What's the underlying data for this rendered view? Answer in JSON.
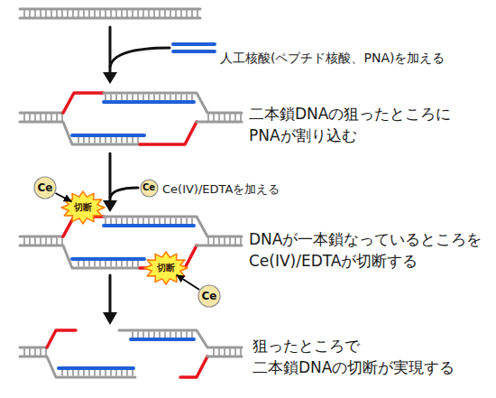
{
  "diagram": {
    "nodes": [
      {
        "text": [
          "Ce"
        ]
      },
      {
        "text": [
          "Ce"
        ]
      },
      {
        "text": [
          "切断"
        ]
      },
      {
        "text": [
          "切断"
        ]
      },
      {
        "text": [
          "Ce"
        ]
      }
    ],
    "edges": [
      {
        "from": 0,
        "to": 2,
        "arrow": "to"
      },
      {
        "from": 4,
        "to": 3,
        "arrow": "to"
      }
    ],
    "labels": [
      "人工核酸(ペプチド核酸、PNA)を加える",
      "二本鎖DNAの狙ったところに PNAが割り込む",
      "Ce(IV)/EDTAを加える",
      "DNAが一本鎖なっているところを Ce(IV)/EDTAが切断する",
      "狙ったところで 二本鎖DNAの切断が実現する"
    ]
  }
}
